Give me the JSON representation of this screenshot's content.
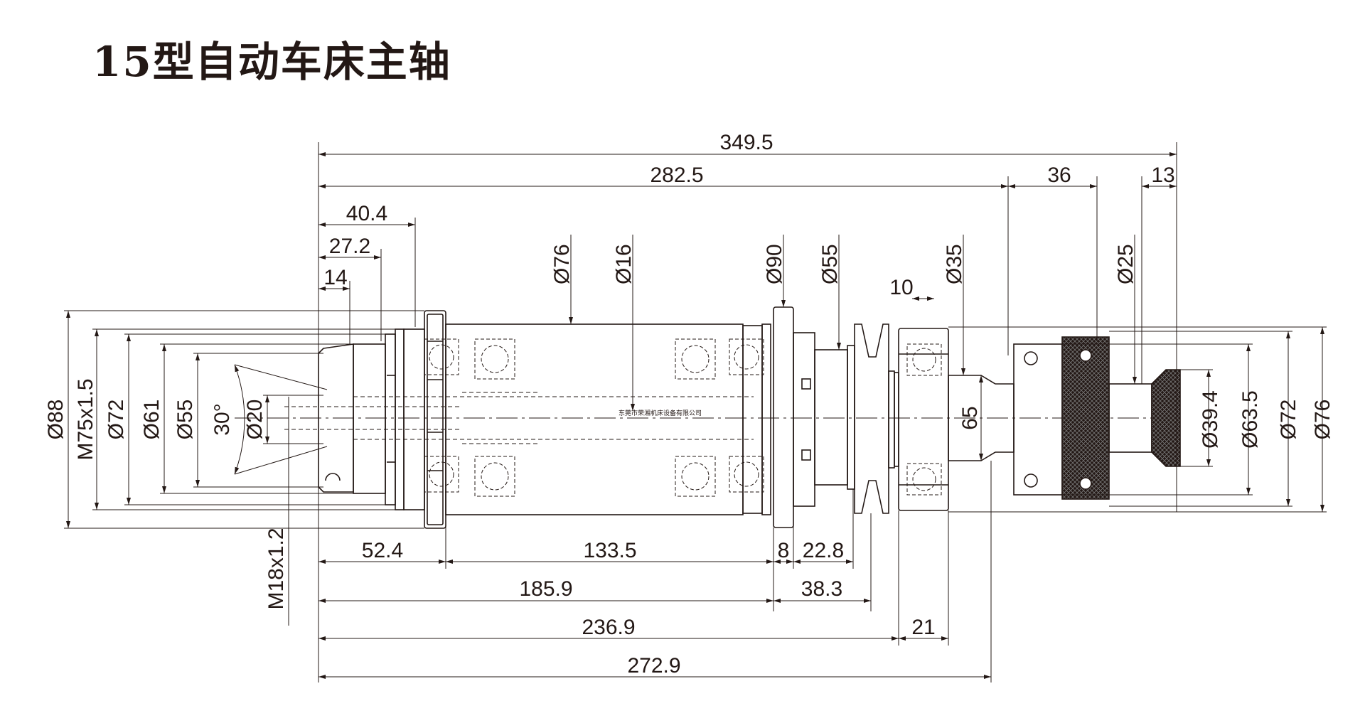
{
  "title": "15型自动车床主轴",
  "company_mark": "东莞市荣湘机床设备有限公司",
  "dimensions": {
    "overall_length": "349.5",
    "length_282": "282.5",
    "length_36": "36",
    "length_13": "13",
    "length_40": "40.4",
    "length_27": "27.2",
    "length_14": "14",
    "dia_76_body": "Ø76",
    "dia_16_bore": "Ø16",
    "dia_90_flange": "Ø90",
    "dia_55_pulley": "Ø55",
    "length_10": "10",
    "dia_35": "Ø35",
    "dia_25": "Ø25",
    "dia_88": "Ø88",
    "thread_m75": "M75x1.5",
    "dia_72_left": "Ø72",
    "dia_61": "Ø61",
    "dia_55_left": "Ø55",
    "angle_30": "30°",
    "dia_20": "Ø20",
    "width_65": "65",
    "dia_39": "Ø39.4",
    "dia_63": "Ø63.5",
    "dia_72_right": "Ø72",
    "dia_76_right": "Ø76",
    "thread_m18": "M18x1.2",
    "length_52": "52.4",
    "length_133": "133.5",
    "length_8": "8",
    "length_22": "22.8",
    "length_185": "185.9",
    "length_38": "38.3",
    "length_236": "236.9",
    "length_21": "21",
    "length_272": "272.9"
  }
}
